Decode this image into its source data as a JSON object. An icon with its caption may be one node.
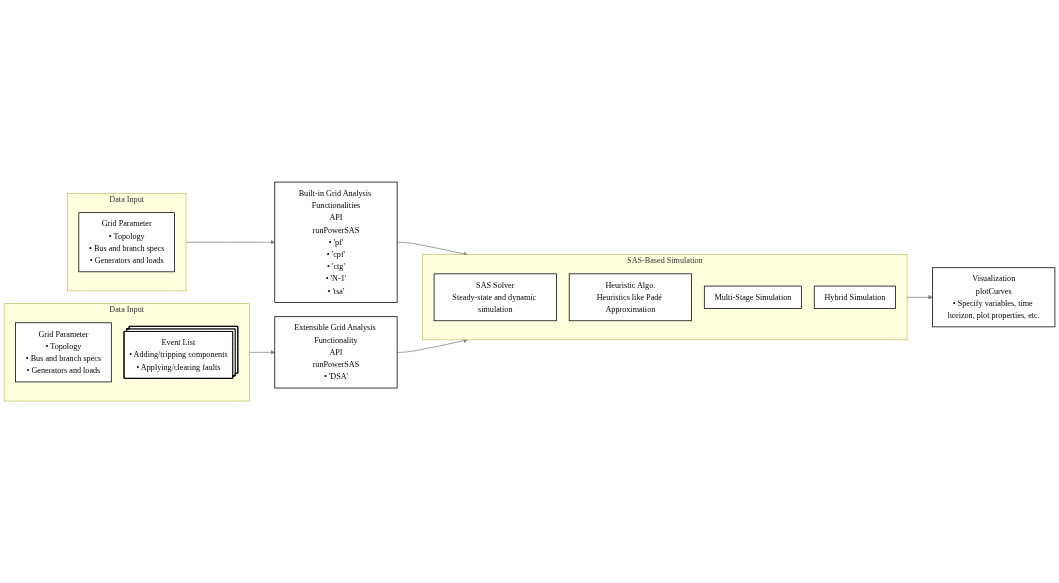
{
  "diagram": {
    "nodes": [
      {
        "text": [
          "Data Input"
        ]
      },
      {
        "text": [
          "Grid Parameter",
          "• Topology",
          "• Bus and branch specs",
          "• Generators and loads"
        ],
        "in": 0
      },
      {
        "text": [
          "Built-in Grid Analysis Functionalities",
          "API",
          "runPowerSAS",
          "• 'pf'",
          "• 'cpf'",
          "• 'ctg'",
          "• 'N-1'",
          "• 'tsa'"
        ]
      },
      {
        "text": [
          "Data Input"
        ]
      },
      {
        "text": [
          "Grid Parameter",
          "• Topology",
          "• Bus and branch specs",
          "• Generators and loads"
        ],
        "in": 3
      },
      {
        "text": [
          "Event List",
          "• Adding/tripping components",
          "• Applying/clearing faults"
        ],
        "in": 3
      },
      {
        "text": [
          "Extensible Grid Analysis Functionality",
          "API",
          "runPowerSAS",
          "• 'DSA'"
        ]
      },
      {
        "text": [
          "SAS-Based Simulation"
        ]
      },
      {
        "text": [
          "SAS Solver",
          "Steady-state and dynamic simulation"
        ],
        "in": 7
      },
      {
        "text": [
          "Heuristic Algo.",
          "Heuristics like Padé Approximation"
        ],
        "in": 7
      },
      {
        "text": [
          "Multi-Stage Simulation"
        ],
        "in": 7
      },
      {
        "text": [
          "Hybrid Simulation"
        ],
        "in": 7
      },
      {
        "text": [
          "Visualization",
          "plotCurves",
          "• Specify variables, time horizon, plot properties, etc."
        ]
      }
    ],
    "edges": [
      {
        "from": 0,
        "to": 2,
        "arrow": "to"
      },
      {
        "from": 3,
        "to": 6,
        "arrow": "to"
      },
      {
        "from": 2,
        "to": 7,
        "arrow": "to"
      },
      {
        "from": 6,
        "to": 7,
        "arrow": "to"
      },
      {
        "from": 7,
        "to": 12,
        "arrow": "to"
      }
    ]
  }
}
